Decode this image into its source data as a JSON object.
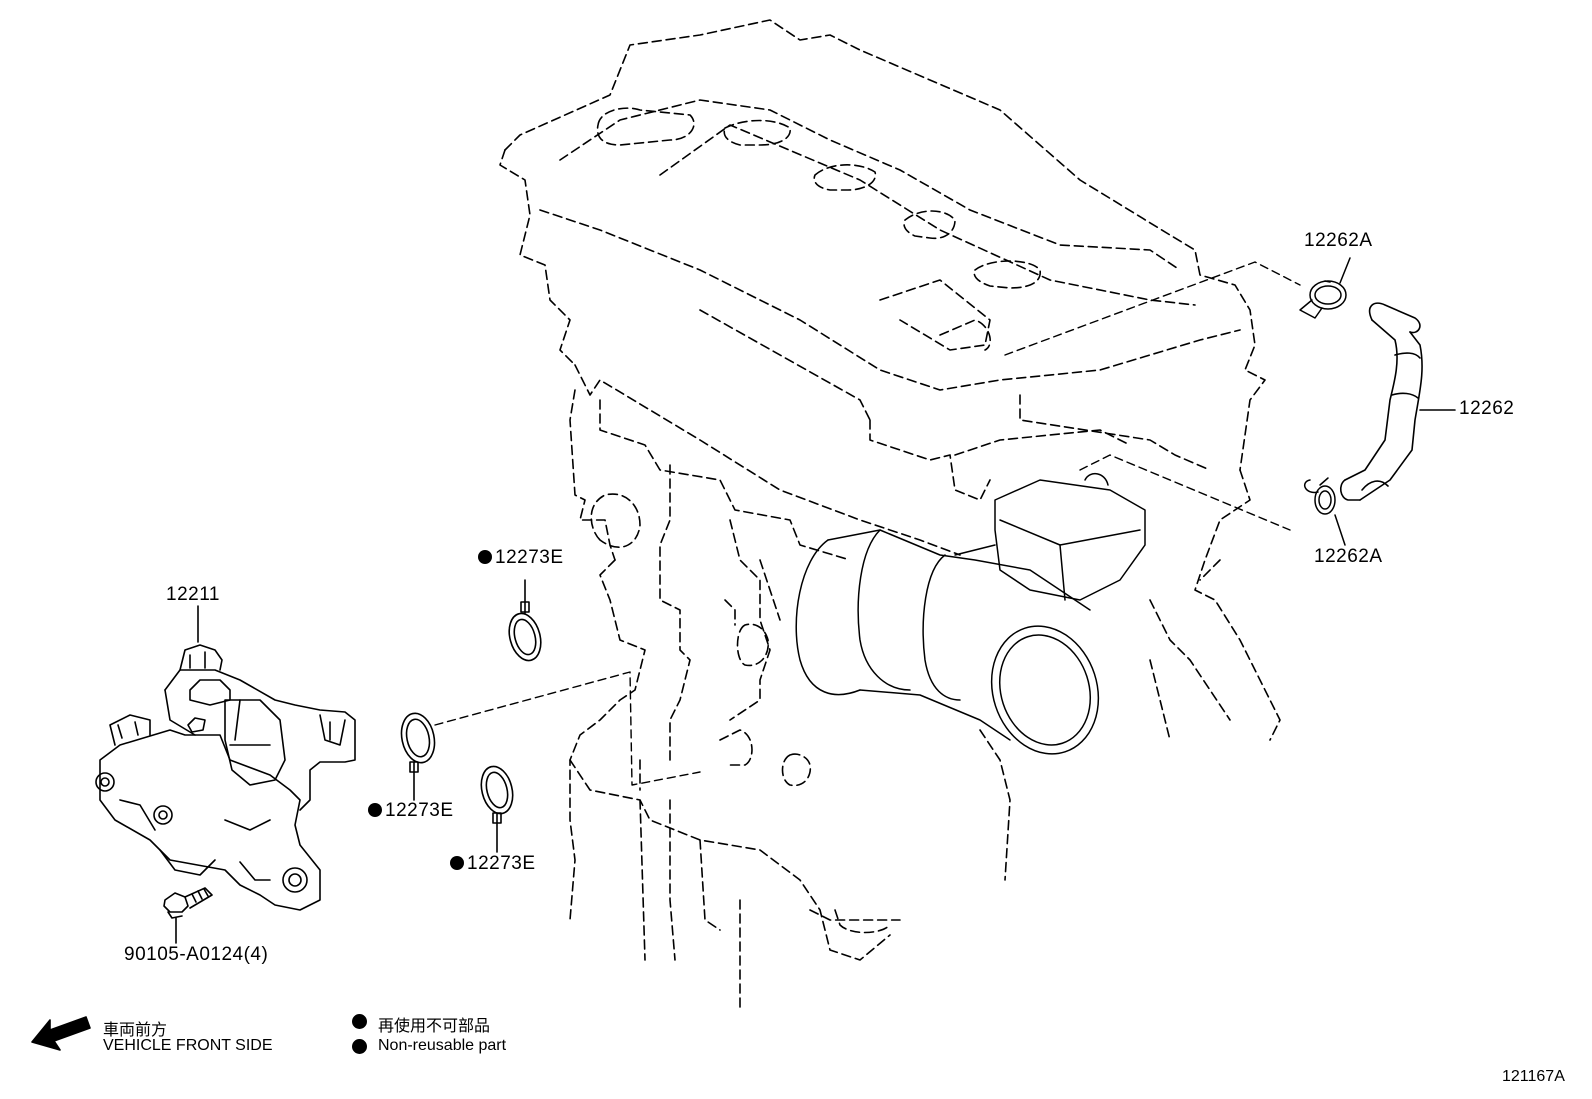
{
  "part_labels": {
    "hose_12262": "12262",
    "clip_12262A_top": "12262A",
    "clip_12262A_bottom": "12262A",
    "ring_12273E_top": "12273E",
    "ring_12273E_left": "12273E",
    "ring_12273E_bottom": "12273E",
    "valve_12211": "12211",
    "bolt": "90105-A0124(4)"
  },
  "legend": {
    "front_jp": "車両前方",
    "front_en": "VEHICLE FRONT SIDE",
    "nonreuse_jp": "再使用不可部品",
    "nonreuse_en": "Non-reusable part"
  },
  "illustration_number": "121167A",
  "colors": {
    "ink": "#000000",
    "background": "#ffffff"
  }
}
